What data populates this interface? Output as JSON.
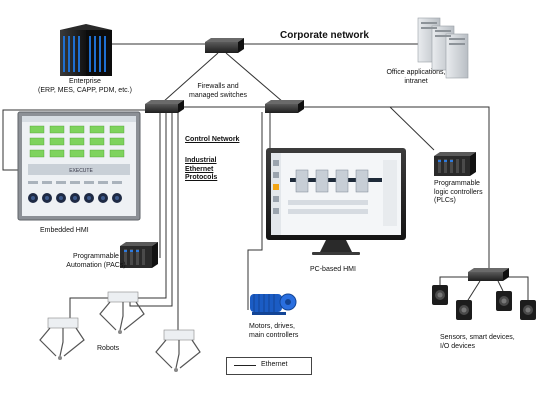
{
  "labels": {
    "corporate_network": "Corporate network",
    "enterprise_line1": "Enterprise",
    "enterprise_line2": "(ERP, MES, CAPP, PDM, etc.)",
    "office_line1": "Office applications,",
    "office_line2": "intranet",
    "firewalls_line1": "Firewalls and",
    "firewalls_line2": "managed switches",
    "control_network": "Control Network",
    "protocols_line1": "Industrial",
    "protocols_line2": "Ethernet",
    "protocols_line3": "Protocols",
    "embedded_hmi": "Embedded HMI",
    "pac_line1": "Programmable",
    "pac_line2": "Automation (PACs)",
    "robots": "Robots",
    "motors_line1": "Motors, drives,",
    "motors_line2": "main controllers",
    "pc_hmi": "PC-based HMI",
    "plc_line1": "Programmable",
    "plc_line2": "logic controllers",
    "plc_line3": "(PLCs)",
    "sensors_line1": "Sensors, smart devices,",
    "sensors_line2": "I/O devices"
  },
  "hmi_screen": {
    "execute_label": "EXECUTE"
  },
  "legend": {
    "label": "Ethernet"
  },
  "colors": {
    "line": "#333333",
    "switch": "#2d2d2d",
    "server_blue": "#1f6fd0",
    "hmi_green": "#7ed35d",
    "hmi_frame": "#8c9096",
    "pc_accent": "#f2a516",
    "motor_blue": "#1b5cc4"
  }
}
